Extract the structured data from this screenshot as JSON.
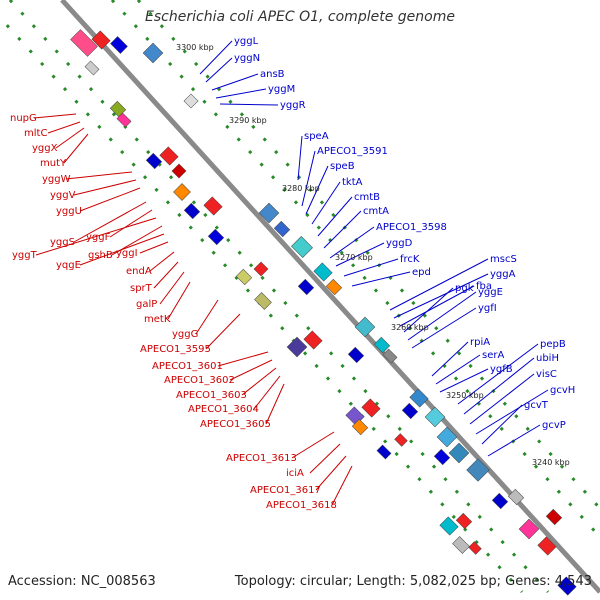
{
  "title": "Escherichia coli APEC O1, complete genome",
  "accession_text": "Accession: NC_008563",
  "topology_text": "Topology: circular; Length: 5,082,025 bp; Genes: 4,543",
  "colors": {
    "forward_genes": "#cc0000",
    "reverse_genes": "#0000cc",
    "backbone": "#888888",
    "ticks": "#2a8a2a"
  },
  "kbp_ticks": [
    "3300 kbp",
    "3290 kbp",
    "3280 kbp",
    "3270 kbp",
    "3260 kbp",
    "3250 kbp",
    "3240 kbp"
  ],
  "blue_labels": [
    "yggL",
    "yggN",
    "ansB",
    "yggM",
    "yggR",
    "speA",
    "APECO1_3591",
    "speB",
    "tktA",
    "cmtB",
    "cmtA",
    "APECO1_3598",
    "yggD",
    "frcK",
    "epd",
    "mscS",
    "yggA",
    "fba",
    "pgk",
    "yggE",
    "ygfI",
    "rpiA",
    "serA",
    "ygfB",
    "pepB",
    "ubiH",
    "visC",
    "gcvH",
    "gcvT",
    "gcvP"
  ],
  "red_labels": [
    "nupG",
    "mltC",
    "yggX",
    "mutY",
    "yggW",
    "yggV",
    "yggU",
    "yggS",
    "yggF",
    "yggT",
    "gshB",
    "yqgE",
    "yggI",
    "endA",
    "sprT",
    "galP",
    "metK",
    "yggG",
    "APECO1_3595",
    "APECO1_3601",
    "APECO1_3602",
    "APECO1_3603",
    "APECO1_3604",
    "APECO1_3605",
    "APECO1_3613",
    "iciA",
    "APECO1_3617",
    "APECO1_3618"
  ]
}
